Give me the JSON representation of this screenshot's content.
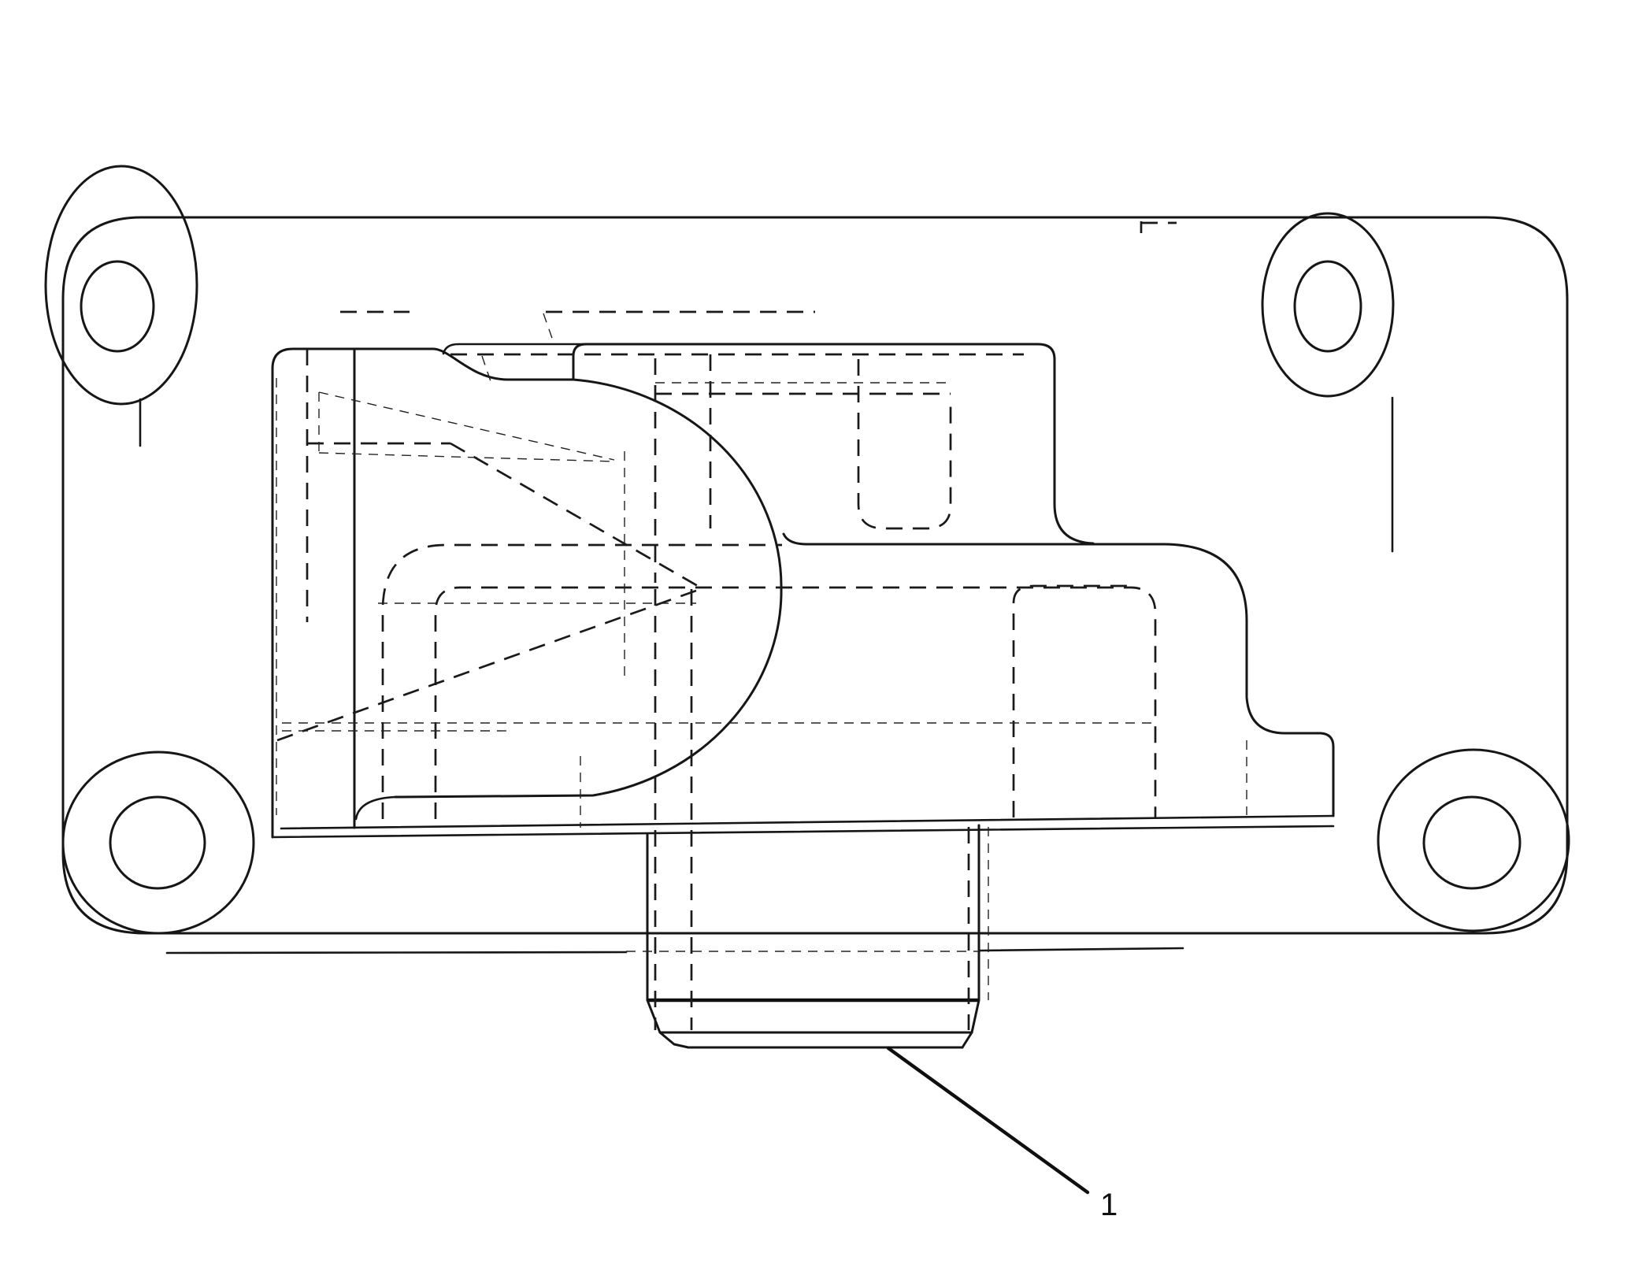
{
  "figure": {
    "part_label": "1",
    "kind": "technical-line-drawing",
    "subject": "mounting-bracket-with-four-corner-bosses-and-bottom-cylinder-spigot"
  },
  "colors": {
    "background": "#ffffff",
    "line": "#161616"
  }
}
